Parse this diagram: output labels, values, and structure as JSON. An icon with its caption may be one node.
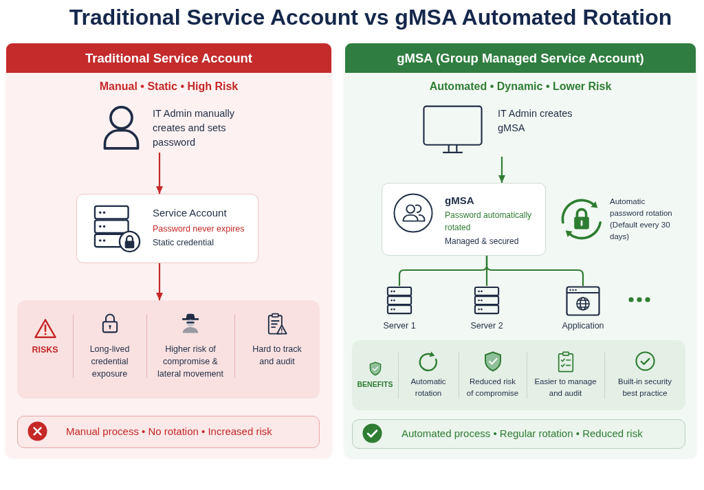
{
  "diagram": {
    "title": "Traditional Service Account vs gMSA Automated Rotation",
    "nodes": [
      {
        "text": [
          "Traditional Service Account",
          "Manual • Static • High Risk"
        ]
      },
      {
        "text": [
          "IT Admin manually creates and sets password"
        ],
        "in": 0
      },
      {
        "text": [
          "Service Account",
          "Password never expires",
          "Static credential"
        ],
        "in": 0
      },
      {
        "text": [
          "RISKS",
          "Long-lived credential exposure",
          "Higher risk of compromise & lateral movement",
          "Hard to track and audit"
        ],
        "in": 0
      },
      {
        "text": [
          "Manual process • No rotation • Increased risk"
        ],
        "in": 0
      },
      {
        "text": [
          "gMSA (Group Managed Service Account)",
          "Automated • Dynamic • Lower Risk"
        ]
      },
      {
        "text": [
          "IT Admin creates gMSA"
        ],
        "in": 5
      },
      {
        "text": [
          "gMSA",
          "Password automatically rotated",
          "Managed & secured"
        ],
        "in": 5
      },
      {
        "text": [
          "Server 1"
        ],
        "in": 5
      },
      {
        "text": [
          "Server 2"
        ],
        "in": 5
      },
      {
        "text": [
          "Application"
        ],
        "in": 5
      },
      {
        "text": [
          "BENEFITS",
          "Automatic rotation",
          "Reduced risk of compromise",
          "Easier to manage and audit",
          "Built-in security best practice"
        ],
        "in": 5
      },
      {
        "text": [
          "Automated process • Regular rotation • Reduced risk"
        ],
        "in": 5
      }
    ],
    "edges": [
      {
        "from": 1,
        "to": 2,
        "arrow": "to",
        "color": "#c62828"
      },
      {
        "from": 2,
        "to": 3,
        "arrow": "to",
        "color": "#c62828"
      },
      {
        "from": 6,
        "to": 7,
        "arrow": "to",
        "color": "#2e7d32"
      },
      {
        "from": 7,
        "to": 8,
        "arrow": "none",
        "color": "#2e7d32"
      },
      {
        "from": 7,
        "to": 9,
        "arrow": "none",
        "color": "#2e7d32"
      },
      {
        "from": 7,
        "to": 10,
        "arrow": "none",
        "color": "#2e7d32"
      }
    ],
    "labels": [
      "Automatic password rotation (Default every 30 days)"
    ]
  }
}
